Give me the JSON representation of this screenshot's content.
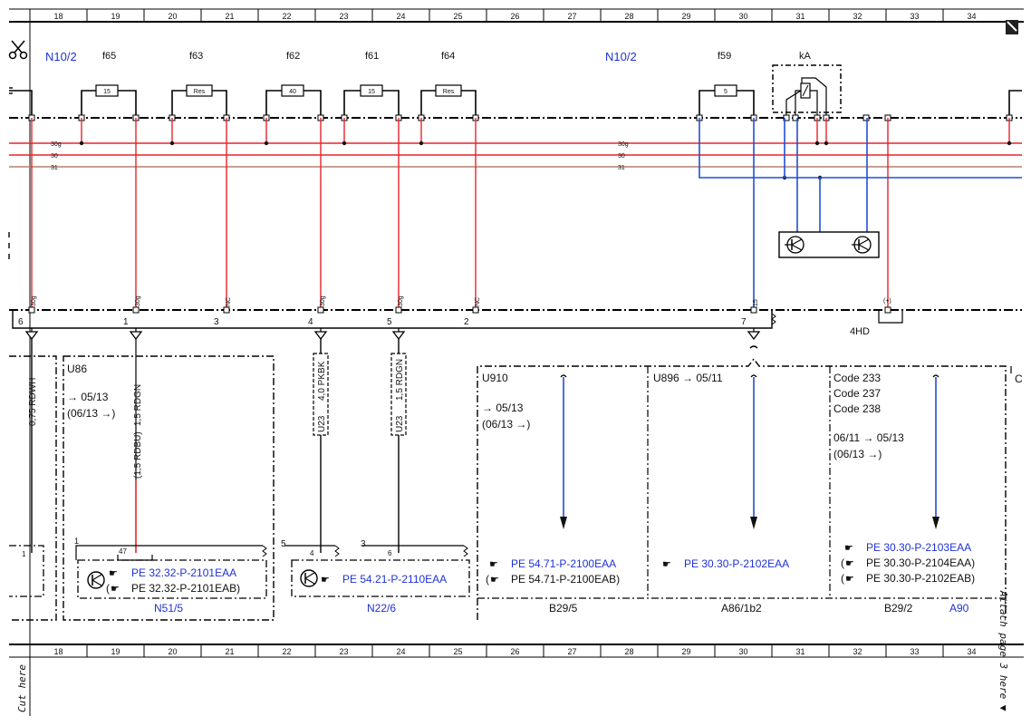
{
  "ruler": {
    "columns": [
      "18",
      "19",
      "20",
      "21",
      "22",
      "23",
      "24",
      "25",
      "26",
      "27",
      "28",
      "29",
      "30",
      "31",
      "32",
      "33",
      "34"
    ]
  },
  "modules": {
    "left": "N10/2",
    "right": "N10/2",
    "relay": "kA"
  },
  "fuses": [
    {
      "label": "f65",
      "rating": "15"
    },
    {
      "label": "f63",
      "rating": "Res"
    },
    {
      "label": "f62",
      "rating": "40"
    },
    {
      "label": "f61",
      "rating": "15"
    },
    {
      "label": "f64",
      "rating": "Res"
    },
    {
      "label": "f59",
      "rating": "5"
    }
  ],
  "rails": [
    "30g",
    "30",
    "31",
    "30g",
    "30",
    "31"
  ],
  "pin_signals": [
    "30g",
    "30g",
    "NC",
    "30g",
    "30g",
    "NC",
    "15",
    "(+)"
  ],
  "connector": {
    "pins": [
      "6",
      "1",
      "3",
      "4",
      "5",
      "2",
      "7"
    ],
    "id": "4HD"
  },
  "wires": {
    "w1": "0,75 RDWH",
    "w2": "1,5 RDGN",
    "w2_alt": "(1,5 RDBU)",
    "w3": "4,0 PKBK",
    "w4": "1,5 RDGN",
    "u23": "U23"
  },
  "left_box": {
    "pin": "1"
  },
  "u86": {
    "code": "U86",
    "date1": "→ 05/13",
    "date2": "(06/13 →)",
    "outer_pin": "1",
    "pin": "47",
    "ref1": "PE 32.32-P-2101EAA",
    "ref2": "PE 32.32-P-2101EAB)",
    "ref2_prefix": "(",
    "name": "N51/5"
  },
  "n22": {
    "pin_a_outer": "5",
    "pin_a": "4",
    "pin_b_outer": "3",
    "pin_b": "6",
    "ref": "PE 54.21-P-2110EAA",
    "name": "N22/6"
  },
  "b29_5": {
    "code": "U910",
    "date1": "→ 05/13",
    "date2": "(06/13 →)",
    "ref1": "PE 54.71-P-2100EAA",
    "ref2": "PE 54.71-P-2100EAB)",
    "ref2_prefix": "(",
    "name": "B29/5"
  },
  "a86": {
    "code": "U896 → 05/11",
    "ref": "PE 30.30-P-2102EAA",
    "name": "A86/1b2"
  },
  "b29_2": {
    "code1": "Code 233",
    "code2": "Code 237",
    "code3": "Code 238",
    "date1": "06/11 → 05/13",
    "date2": "(06/13 →)",
    "ref1": "PE 30.30-P-2103EAA",
    "ref2": "PE 30.30-P-2104EAA)",
    "ref3": "PE 30.30-P-2102EAB)",
    "ref_prefix": "(",
    "name": "B29/2",
    "group": "A90"
  },
  "edge_right_top": "C",
  "cut_here": "Cut here",
  "attach": "Attach page 3 here ▼",
  "colors": {
    "red": "#e8242b",
    "blue": "#1f4fd6",
    "brown": "#b08470",
    "label_blue": "#1f32d6"
  }
}
